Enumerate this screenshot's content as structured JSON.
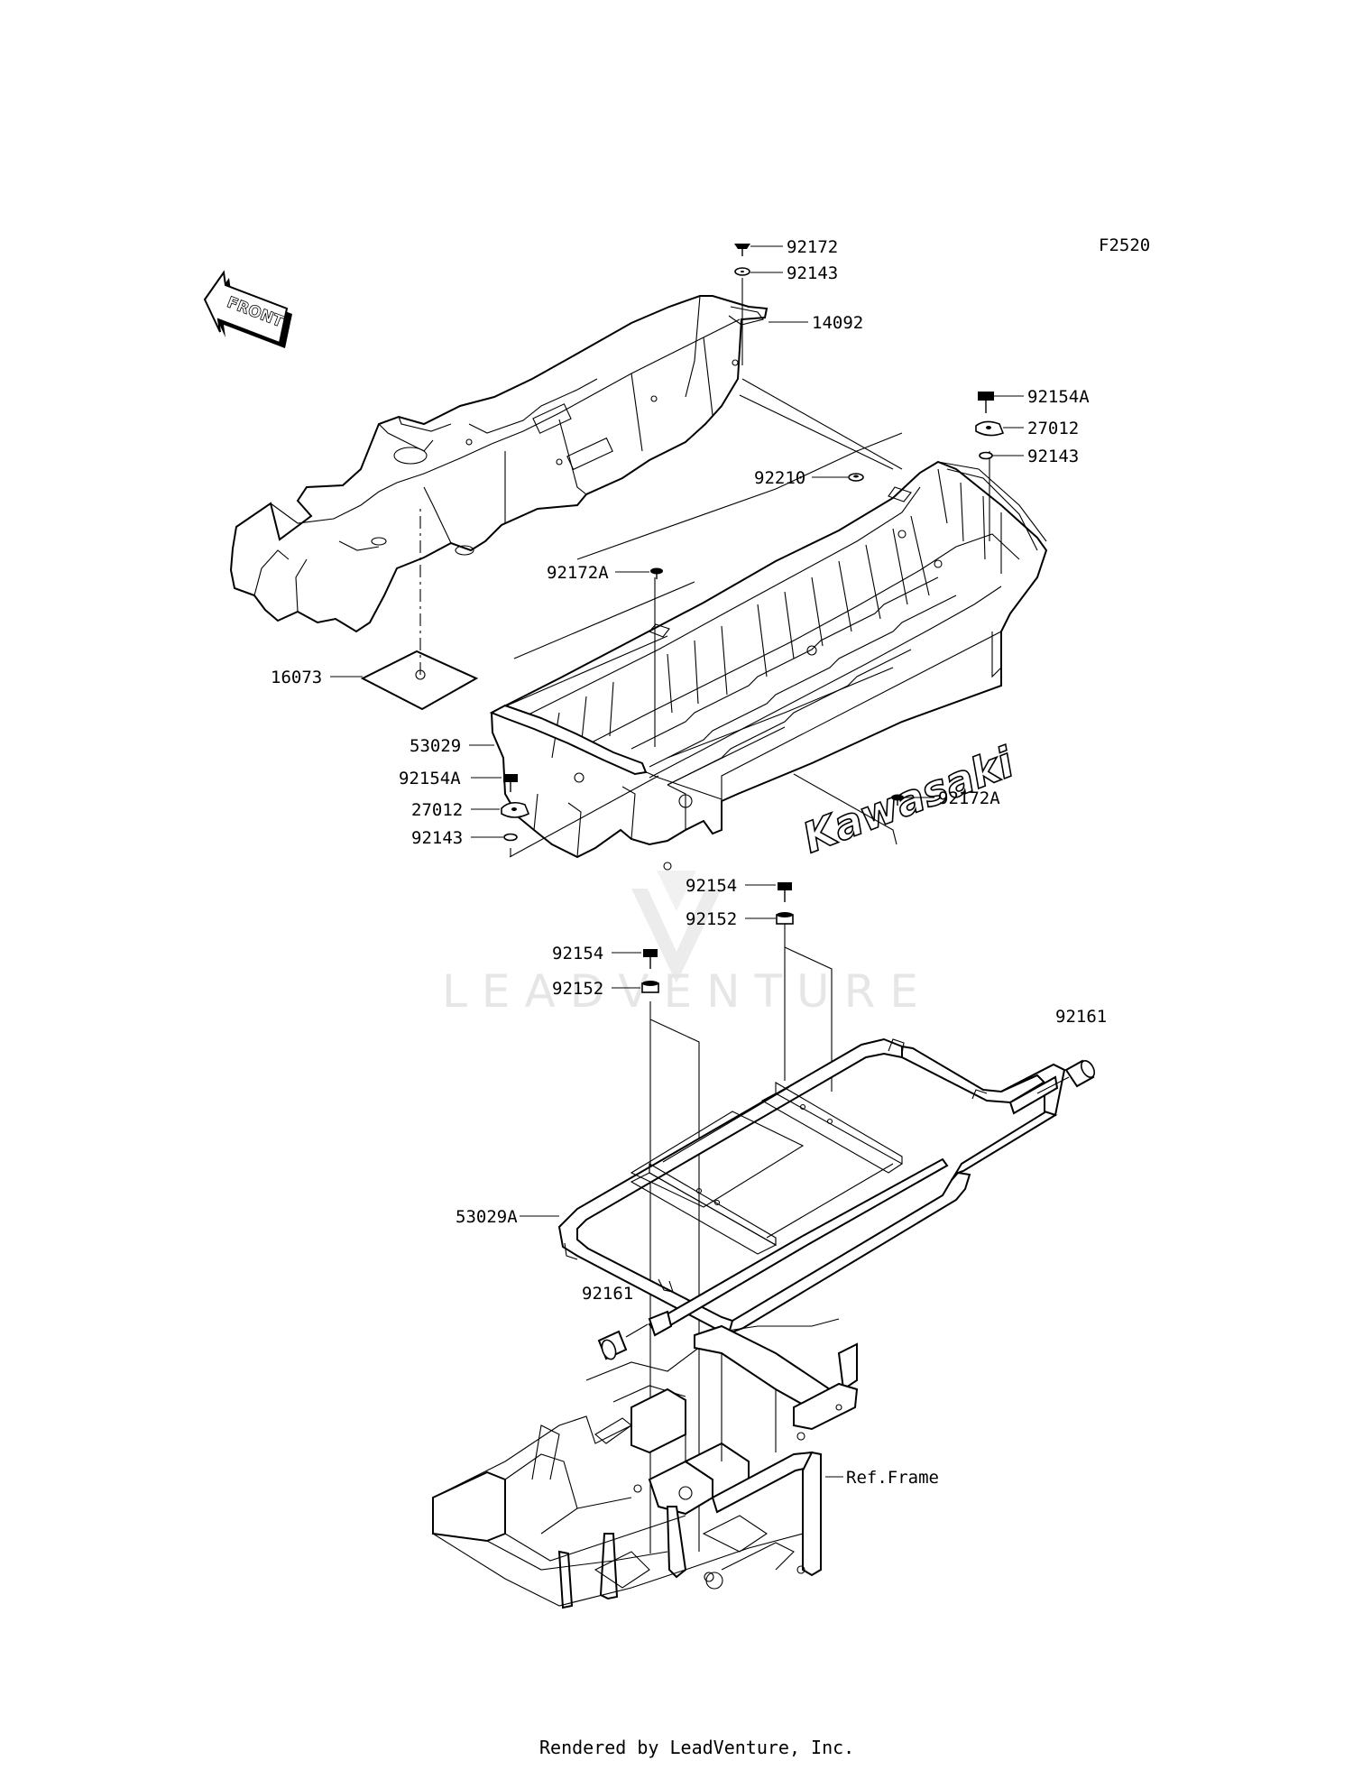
{
  "diagram": {
    "code": "F2520",
    "direction_label": "FRONT",
    "brand_text": "Kawasaki",
    "watermark": "LEADVENTURE",
    "footer": "Rendered by LeadVenture, Inc.",
    "part_labels": {
      "p92172": "92172",
      "p92143_top": "92143",
      "p14092": "14092",
      "p92154A_right": "92154A",
      "p27012_right": "27012",
      "p92143_right": "92143",
      "p92210": "92210",
      "p92172A_top": "92172A",
      "p16073": "16073",
      "p53029": "53029",
      "p92154A_left": "92154A",
      "p27012_left": "27012",
      "p92143_left": "92143",
      "p92172A_right": "92172A",
      "p92154_upper": "92154",
      "p92152_upper": "92152",
      "p92154_lower": "92154",
      "p92152_lower": "92152",
      "p92161_right": "92161",
      "p53029A": "53029A",
      "p92161_left": "92161",
      "ref_frame": "Ref.Frame"
    }
  }
}
